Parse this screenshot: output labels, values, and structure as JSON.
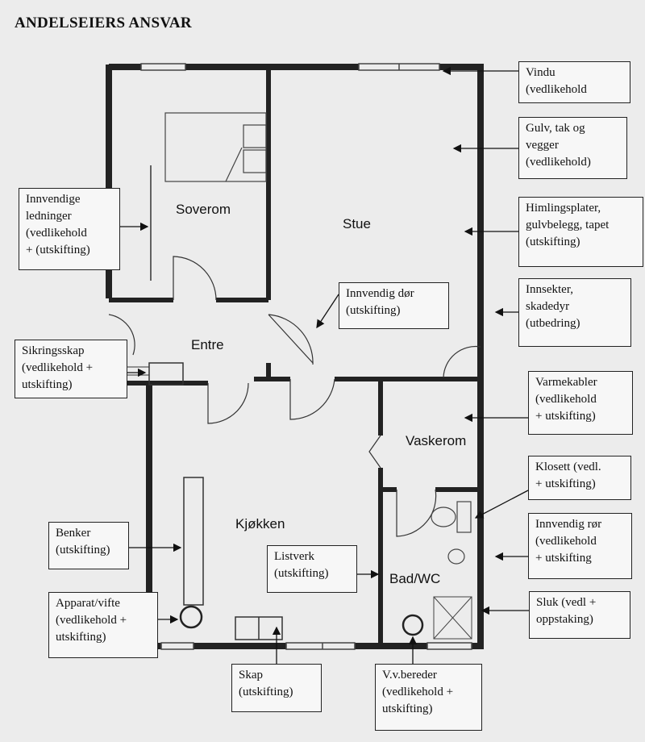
{
  "title": "ANDELSEIERS ANSVAR",
  "rooms": {
    "soverom": "Soverom",
    "stue": "Stue",
    "entre": "Entre",
    "vaskerom": "Vaskerom",
    "kjokken": "Kjøkken",
    "bad": "Bad/WC"
  },
  "callouts": {
    "vindu": "Vindu\n(vedlikehold",
    "gulv": "Gulv, tak og\nvegger\n(vedlikehold)",
    "himling": "Himlingsplater,\ngulvbelegg, tapet\n(utskifting)",
    "innsekter": "Innsekter,\nskadedyr\n(utbedring)",
    "varmekabler": "Varmekabler\n(vedlikehold\n+ utskifting)",
    "klosett": "Klosett (vedl.\n+ utskifting)",
    "ror": "Innvendig rør\n(vedlikehold\n+ utskifting",
    "sluk": "Sluk (vedl +\noppstaking)",
    "ledninger": "Innvendige\nledninger\n(vedlikehold\n+ (utskifting)",
    "sikring": "Sikringsskap\n(vedlikehold +\nutskifting)",
    "dor": "Innvendig dør\n(utskifting)",
    "benker": "Benker\n(utskifting)",
    "apparat": "Apparat/vifte\n(vedlikehold +\nutskifting)",
    "listverk": "Listverk\n(utskifting)",
    "skap": "Skap\n(utskifting)",
    "bereder": "V.v.bereder\n(vedlikehold +\nutskifting)"
  }
}
